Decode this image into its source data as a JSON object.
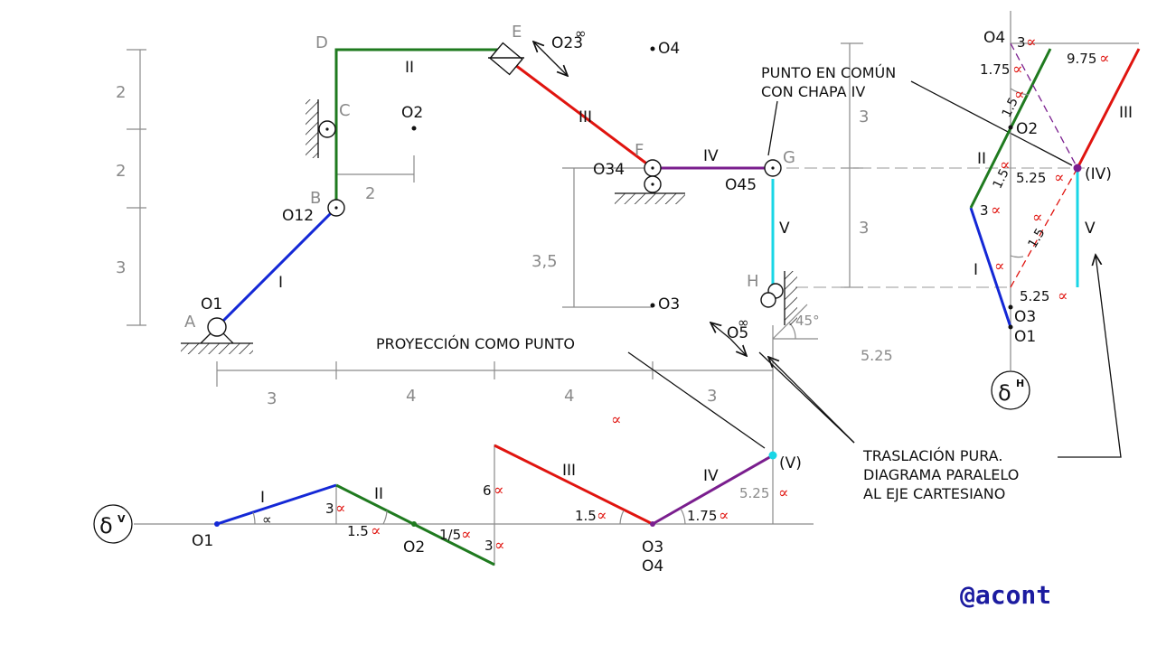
{
  "points": {
    "A": "A",
    "B": "B",
    "C": "C",
    "D": "D",
    "E": "E",
    "F": "F",
    "G": "G",
    "H": "H",
    "O1": "O1",
    "O12": "O12",
    "O2": "O2",
    "O23": "O23",
    "O4": "O4",
    "O34": "O34",
    "O45": "O45",
    "O3": "O3",
    "O5": "O5",
    "inf": "∞"
  },
  "links": {
    "I": "I",
    "II": "II",
    "III": "III",
    "IV": "IV",
    "V": "V"
  },
  "dims": {
    "v2a": "2",
    "v2b": "2",
    "v3": "3",
    "h2": "2",
    "v35": "3,5",
    "h3a": "3",
    "h4a": "4",
    "h4b": "4",
    "h3b": "3",
    "r3a": "3",
    "r3b": "3",
    "angle": "45°",
    "d525": "5.25"
  },
  "notes": {
    "punto1": "PUNTO EN COMÚN",
    "punto2": "CON CHAPA IV",
    "proy": "PROYECCIÓN COMO PUNTO",
    "tras1": "TRASLACIÓN PURA.",
    "tras2": "DIAGRAMA PARALELO",
    "tras3": "AL EJE CARTESIANO"
  },
  "alpha": "∝",
  "vert": {
    "symbol": "δV",
    "O1": "O1",
    "O2": "O2",
    "O3": "O3",
    "O4": "O4",
    "V": "(V)",
    "I": "I",
    "II": "II",
    "III": "III",
    "IV": "IV",
    "v3": "3",
    "v15a": "1.5",
    "v15b": "1/5",
    "v3b": "3",
    "v6": "6",
    "v15c": "1.5",
    "v175": "1.75",
    "v525": "5.25"
  },
  "horiz": {
    "symbol": "δH",
    "O4": "O4",
    "O2": "O2",
    "O3": "O3",
    "O1": "O1",
    "IV": "(IV)",
    "I": "I",
    "II": "II",
    "III": "III",
    "V": "V",
    "v3": "3",
    "v175": "1.75",
    "v15a": "1.5",
    "v15b": "1.5",
    "v525a": "5.25",
    "v3b": "3",
    "v15c": "1.5",
    "v525b": "5.25",
    "v975": "9.75"
  },
  "author": "@acont",
  "colors": {
    "I": "#1428d6",
    "II": "#1f7a1f",
    "III": "#e0140f",
    "IV": "#7a1e8e",
    "V": "#19d6e6",
    "alpha": "#e0140f",
    "dim": "#8a8a8a",
    "author": "#1c1ca0"
  }
}
